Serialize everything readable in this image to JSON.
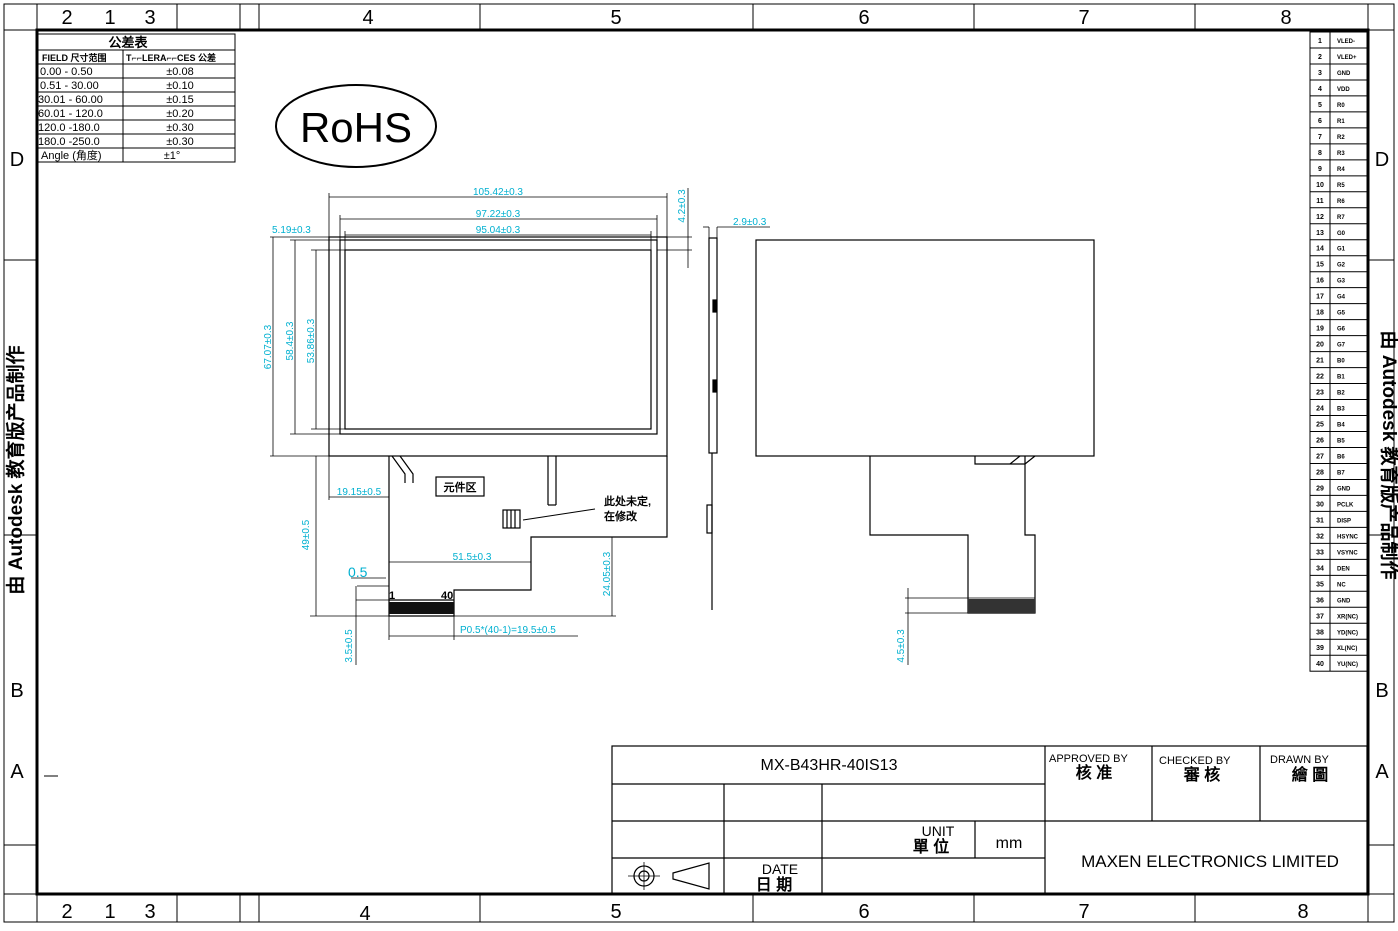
{
  "border": {
    "top_cols": [
      "2",
      "1",
      "3",
      "4",
      "5",
      "6",
      "7",
      "8"
    ],
    "bottom_cols": [
      "2",
      "1",
      "3",
      "4",
      "5",
      "6",
      "7",
      "8"
    ],
    "left_rows": [
      "D",
      "B",
      "A"
    ],
    "right_rows": [
      "D",
      "B",
      "A"
    ],
    "side_watermark": "由 Autodesk 教育版产品制作"
  },
  "tolerance_table": {
    "title": "公差表",
    "header": [
      "FIELD 尺寸范围",
      "T⌐⌐LERA⌐⌐CES 公差"
    ],
    "rows": [
      [
        "0.00  -  0.50",
        "±0.08"
      ],
      [
        "0.51  -  30.00",
        "±0.10"
      ],
      [
        "30.01  -  60.00",
        "±0.15"
      ],
      [
        "60.01  -  120.0",
        "±0.20"
      ],
      [
        "120.0  -180.0",
        "±0.30"
      ],
      [
        "180.0  -250.0",
        "±0.30"
      ],
      [
        "Angle (角度)",
        "±1°"
      ]
    ]
  },
  "rohs": "RoHS",
  "dimensions": {
    "outline_width": "105.42±0.3",
    "va_width": "97.22±0.3",
    "aa_width": "95.04±0.3",
    "left_offset": "5.19±0.3",
    "top_offset": "4.2±0.3",
    "thickness": "2.9±0.3",
    "outline_height": "67.07±0.3",
    "va_height": "58.4±0.3",
    "aa_height": "53.86±0.3",
    "fpc_offset": "19.15±0.5",
    "fpc_length": "49±0.5",
    "fpc_width": "51.5±0.3",
    "fpc_height": "24.05±0.3",
    "pin_width": "0.5",
    "pitch": "P0.5*(40-1)=19.5±0.5",
    "stiffener": "3.5±0.5",
    "stiffener_back": "4.5±0.3"
  },
  "labels": {
    "component_area": "元件区",
    "note_line1": "此处未定,",
    "note_line2": "在修改",
    "pin_first": "1",
    "pin_last": "40"
  },
  "pins": [
    [
      "1",
      "VLED-"
    ],
    [
      "2",
      "VLED+"
    ],
    [
      "3",
      "GND"
    ],
    [
      "4",
      "VDD"
    ],
    [
      "5",
      "R0"
    ],
    [
      "6",
      "R1"
    ],
    [
      "7",
      "R2"
    ],
    [
      "8",
      "R3"
    ],
    [
      "9",
      "R4"
    ],
    [
      "10",
      "R5"
    ],
    [
      "11",
      "R6"
    ],
    [
      "12",
      "R7"
    ],
    [
      "13",
      "G0"
    ],
    [
      "14",
      "G1"
    ],
    [
      "15",
      "G2"
    ],
    [
      "16",
      "G3"
    ],
    [
      "17",
      "G4"
    ],
    [
      "18",
      "G5"
    ],
    [
      "19",
      "G6"
    ],
    [
      "20",
      "G7"
    ],
    [
      "21",
      "B0"
    ],
    [
      "22",
      "B1"
    ],
    [
      "23",
      "B2"
    ],
    [
      "24",
      "B3"
    ],
    [
      "25",
      "B4"
    ],
    [
      "26",
      "B5"
    ],
    [
      "27",
      "B6"
    ],
    [
      "28",
      "B7"
    ],
    [
      "29",
      "GND"
    ],
    [
      "30",
      "PCLK"
    ],
    [
      "31",
      "DISP"
    ],
    [
      "32",
      "HSYNC"
    ],
    [
      "33",
      "VSYNC"
    ],
    [
      "34",
      "DEN"
    ],
    [
      "35",
      "NC"
    ],
    [
      "36",
      "GND"
    ],
    [
      "37",
      "XR(NC)"
    ],
    [
      "38",
      "YD(NC)"
    ],
    [
      "39",
      "XL(NC)"
    ],
    [
      "40",
      "YU(NC)"
    ]
  ],
  "title_block": {
    "model": "MX-B43HR-40IS13",
    "approved_en": "APPROVED BY",
    "approved_cn": "核 准",
    "checked_en": "CHECKED BY",
    "checked_cn": "審 核",
    "drawn_en": "DRAWN BY",
    "drawn_cn": "繪 圖",
    "unit_en": "UNIT",
    "unit_cn": "單 位",
    "unit_value": "mm",
    "date_en": "DATE",
    "date_cn": "日 期",
    "company": "MAXEN ELECTRONICS LIMITED"
  },
  "colors": {
    "ink": "#000000",
    "dimension": "#00b0d0"
  }
}
